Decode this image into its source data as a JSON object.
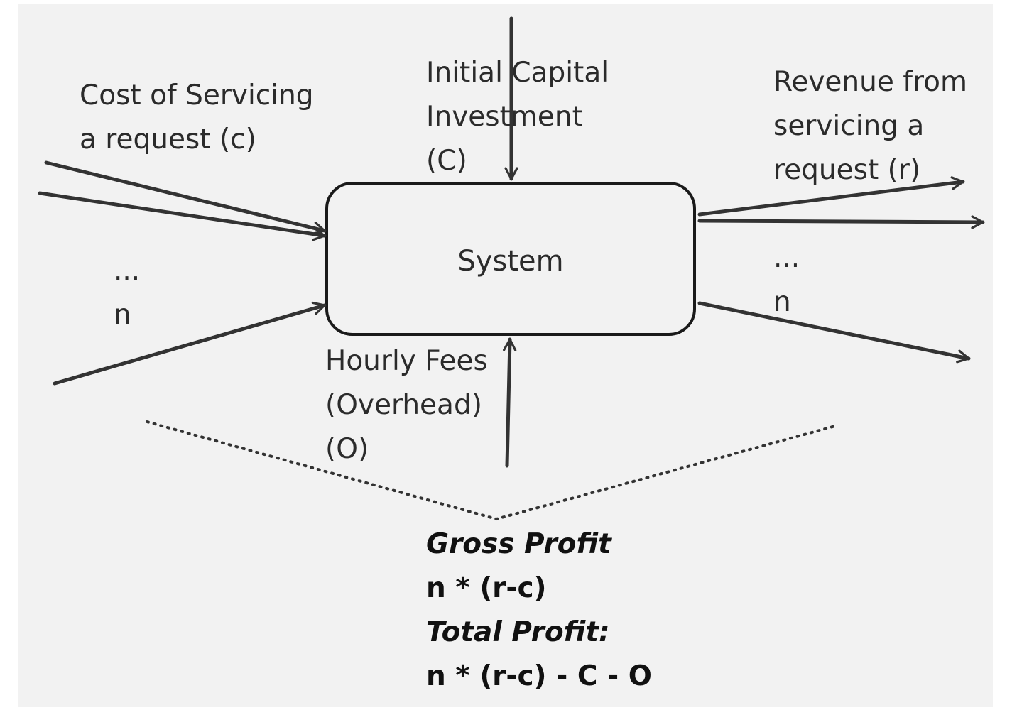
{
  "colors": {
    "background": "#f2f2f2",
    "stroke": "#333333",
    "text": "#2b2b2b"
  },
  "system": {
    "label": "System"
  },
  "inputs": {
    "cost": {
      "lines": [
        "Cost of Servicing",
        "a request (c)"
      ]
    },
    "capital": {
      "lines": [
        "Initial Capital",
        "Investment",
        "(C)"
      ]
    },
    "overhead": {
      "lines": [
        "Hourly Fees",
        "(Overhead)",
        "(O)"
      ]
    },
    "left_ellipsis": "...",
    "left_n": "n"
  },
  "outputs": {
    "revenue": {
      "lines": [
        "Revenue from",
        "servicing a",
        "request (r)"
      ]
    },
    "right_ellipsis": "...",
    "right_n": "n"
  },
  "summary": {
    "gross_label": "Gross Profit",
    "gross_formula": "n * (r-c)",
    "total_label": "Total Profit:",
    "total_formula": "n * (r-c) - C - O"
  }
}
